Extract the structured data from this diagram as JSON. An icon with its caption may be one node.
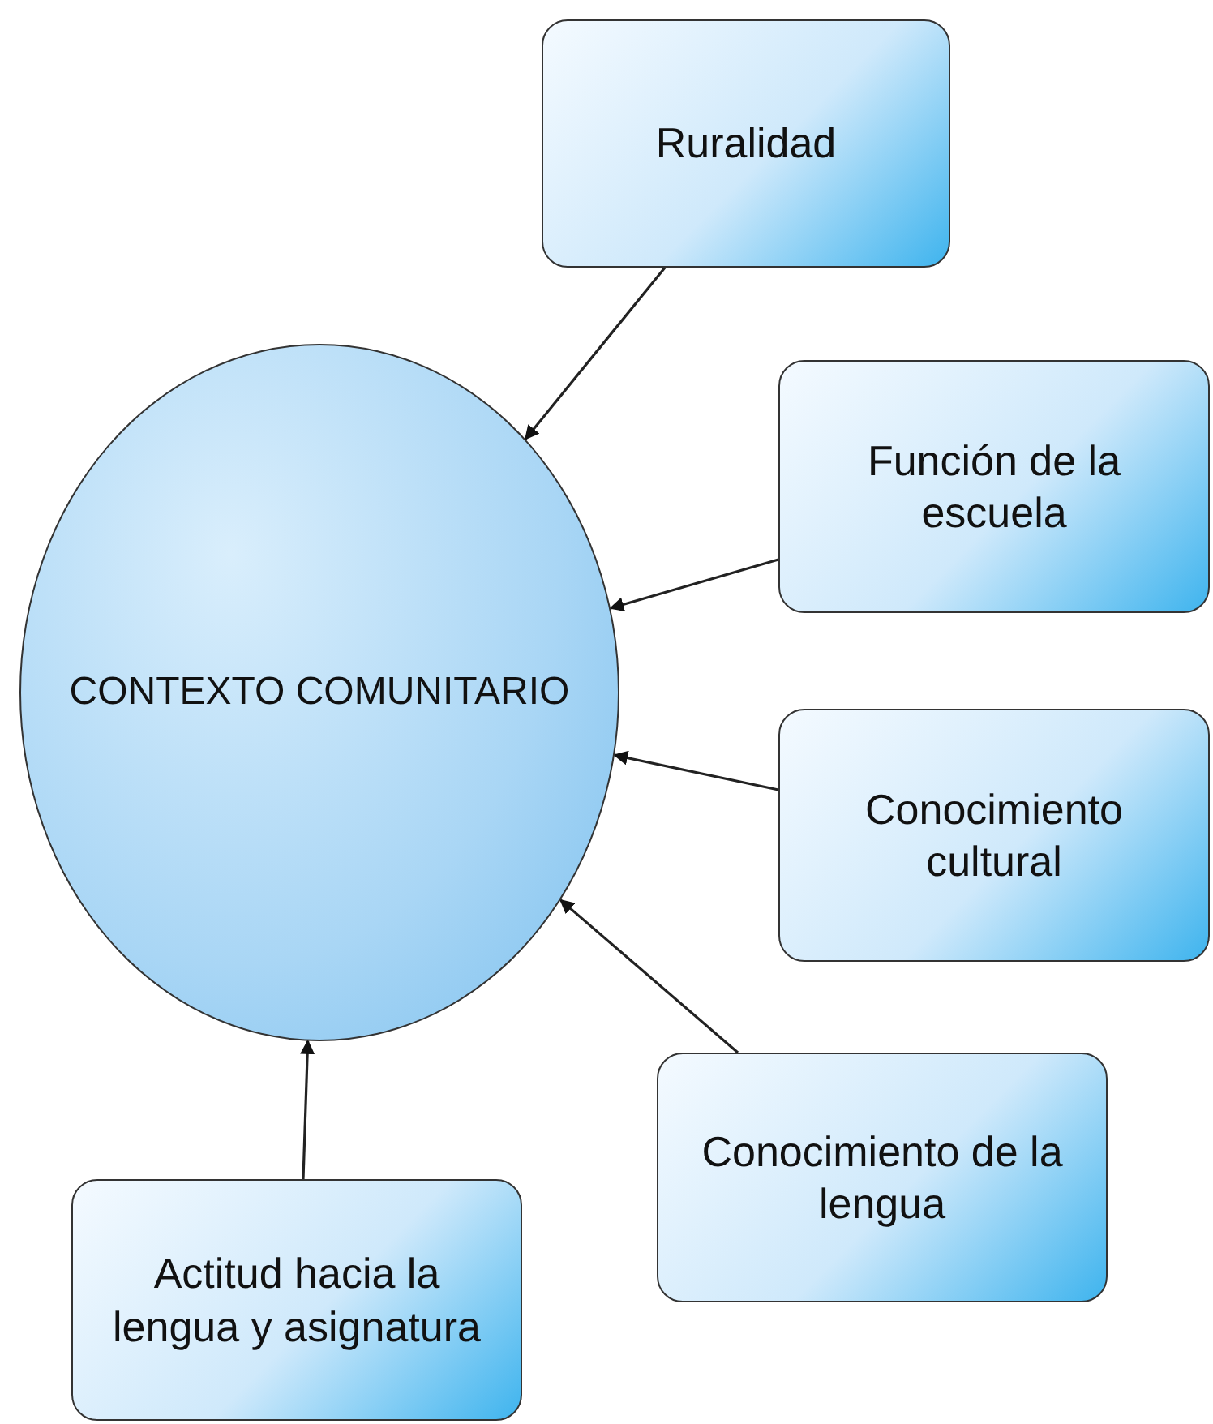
{
  "diagram": {
    "nodes": [
      {
        "text": [
          "CONTEXTO COMUNITARIO"
        ]
      },
      {
        "text": [
          "Ruralidad"
        ]
      },
      {
        "text": [
          "Función de la escuela"
        ]
      },
      {
        "text": [
          "Conocimiento cultural"
        ]
      },
      {
        "text": [
          "Conocimiento de la lengua"
        ]
      },
      {
        "text": [
          "Actitud hacia la lengua y asignatura"
        ]
      }
    ],
    "edges": [
      {
        "from": 1,
        "to": 0,
        "arrow": "to"
      },
      {
        "from": 2,
        "to": 0,
        "arrow": "to"
      },
      {
        "from": 3,
        "to": 0,
        "arrow": "to"
      },
      {
        "from": 4,
        "to": 0,
        "arrow": "to"
      },
      {
        "from": 5,
        "to": 0,
        "arrow": "to"
      }
    ]
  }
}
